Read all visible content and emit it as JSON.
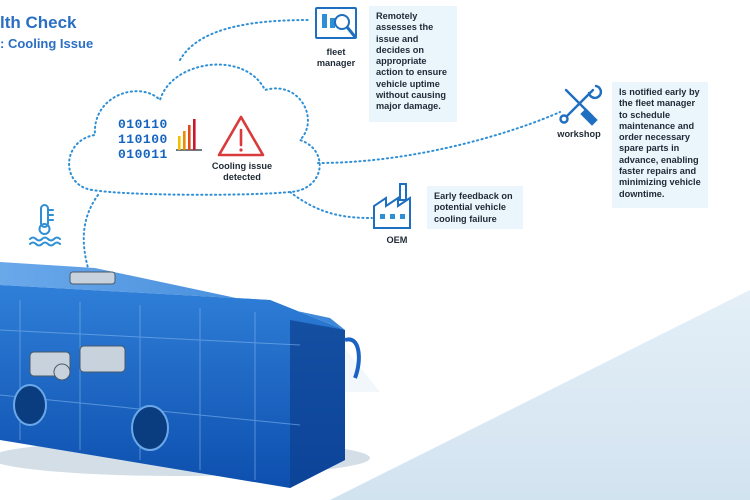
{
  "header": {
    "title": "lth Check",
    "subtitle": ": Cooling Issue"
  },
  "cloud": {
    "binary_lines": [
      "010110",
      "110100",
      "010011"
    ],
    "alert_label": "Cooling issue detected"
  },
  "fleet_manager": {
    "label": "fleet manager",
    "text": "Remotely assesses the issue and decides on appropriate action to ensure vehicle uptime without causing major damage."
  },
  "workshop": {
    "label": "workshop",
    "text": "Is notified early by the fleet manager to schedule maintenance and order necessary spare parts in advance, enabling faster repairs and minimizing vehicle downtime."
  },
  "oem": {
    "label": "OEM",
    "text": "Early feedback on potential vehicle cooling failure"
  },
  "icons": {
    "fleet": "magnifier-dashboard-icon",
    "workshop": "wrench-screwdriver-icon",
    "oem": "factory-icon",
    "alert": "warning-triangle-icon",
    "chart": "bar-chart-icon",
    "thermometer": "thermometer-water-icon"
  },
  "colors": {
    "accent": "#2a6fc4",
    "dotted": "#2e8fd6",
    "bus": "#1a63c4",
    "alert": "#d93a3a",
    "box_bg": "#eaf5fc"
  }
}
